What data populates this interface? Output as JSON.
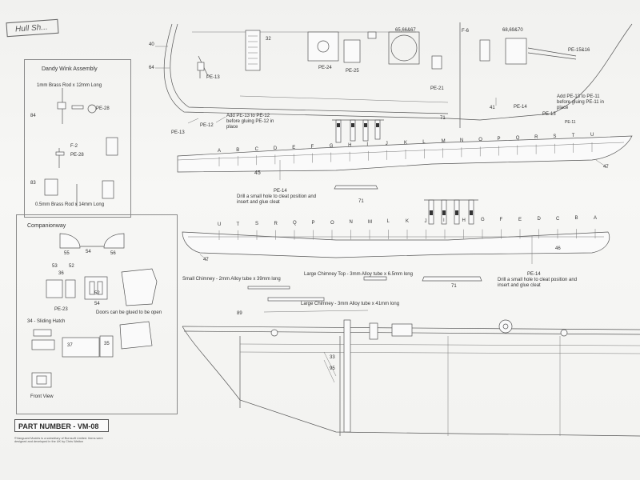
{
  "sheet": {
    "title_fragment": "Hull Sh...",
    "part_number": "PART NUMBER - VM-08",
    "copyright": "©Vanguard Models is a subsidiary of Burnsoft Limited. Items were designed and developed in the UK by Chris Watton"
  },
  "dandy_wink": {
    "title": "Dandy Wink Assembly",
    "rod_top": "1mm Brass Rod x 12mm Long",
    "rod_bottom": "0.5mm Brass Rod x 14mm Long",
    "labels": [
      "84",
      "PE-28",
      "F-2",
      "PE-28",
      "83"
    ]
  },
  "companionway": {
    "title": "Companionway",
    "labels": [
      "55",
      "54",
      "56",
      "53",
      "52",
      "36",
      "PE-23",
      "54",
      "52",
      "34 - Sliding Hatch",
      "37",
      "35",
      "Front View"
    ],
    "doors_note": "Doors can be glued to be open"
  },
  "top_labels": {
    "n40": "40",
    "n64": "64",
    "n32": "32",
    "pe13_a": "PE-13",
    "pe24": "PE-24",
    "pe25": "PE-25",
    "n6567": "65,66&67",
    "f6": "F-6",
    "n6870": "68,69&70",
    "pe1516": "PE-15&16",
    "pe21": "PE-21",
    "n71a": "71",
    "n41": "41",
    "pe14_a": "PE-14",
    "pe13_b": "PE-13",
    "pe11": "PE-11",
    "pe12": "PE-12",
    "pe13_c": "PE-13",
    "add_pe12": "Add PE-13 to PE-12 before gluing PE-12 in place",
    "add_pe11": "Add PE-13 to PE-11 before gluing PE-11 in place"
  },
  "rail_upper": {
    "letters": [
      "A",
      "B",
      "C",
      "D",
      "E",
      "F",
      "G",
      "H",
      "I",
      "J",
      "K",
      "L",
      "M",
      "N",
      "O",
      "P",
      "Q",
      "R",
      "S",
      "T",
      "U"
    ],
    "n45": "45",
    "n47": "47",
    "pe14": "PE-14",
    "note": "Drill a small hole to cleat position and insert and glue cleat",
    "n71": "71"
  },
  "rail_lower": {
    "letters": [
      "U",
      "T",
      "S",
      "R",
      "Q",
      "P",
      "O",
      "N",
      "M",
      "L",
      "K",
      "J",
      "I",
      "H",
      "G",
      "F",
      "E",
      "D",
      "C",
      "B",
      "A"
    ],
    "n47": "47",
    "n46": "46",
    "pe14": "PE-14",
    "note": "Drill a small hole to cleat position and insert and glue cleat",
    "n71": "71"
  },
  "chimneys": {
    "small": "Small Chimney - 2mm Alloy tube x 39mm long",
    "large_top": "Large Chimney Top - 3mm Alloy tube x 6.5mm long",
    "large": "Large Chimney - 3mm Alloy tube x 41mm long"
  },
  "hull": {
    "n89": "89",
    "n33": "33",
    "n95": "95"
  }
}
